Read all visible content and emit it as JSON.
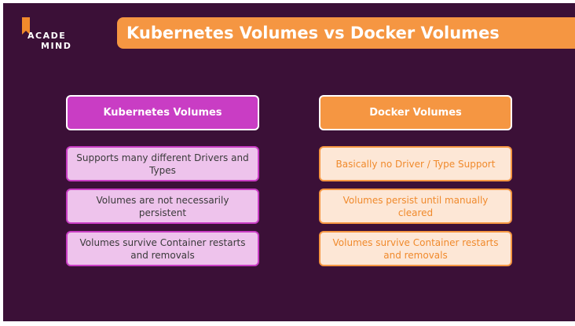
{
  "logo": {
    "line1": "ACADE",
    "line2": "MIND"
  },
  "title": "Kubernetes Volumes vs Docker Volumes",
  "columns": [
    {
      "header": "Kubernetes Volumes",
      "items": [
        "Supports many different Drivers and Types",
        "Volumes are not necessarily persistent",
        "Volumes survive Container restarts and removals"
      ]
    },
    {
      "header": "Docker Volumes",
      "items": [
        "Basically no Driver / Type Support",
        "Volumes persist until manually cleared",
        "Volumes survive Container restarts and removals"
      ]
    }
  ],
  "colors": {
    "background": "#3b1037",
    "orange": "#f59642",
    "magenta": "#c93dc4"
  }
}
